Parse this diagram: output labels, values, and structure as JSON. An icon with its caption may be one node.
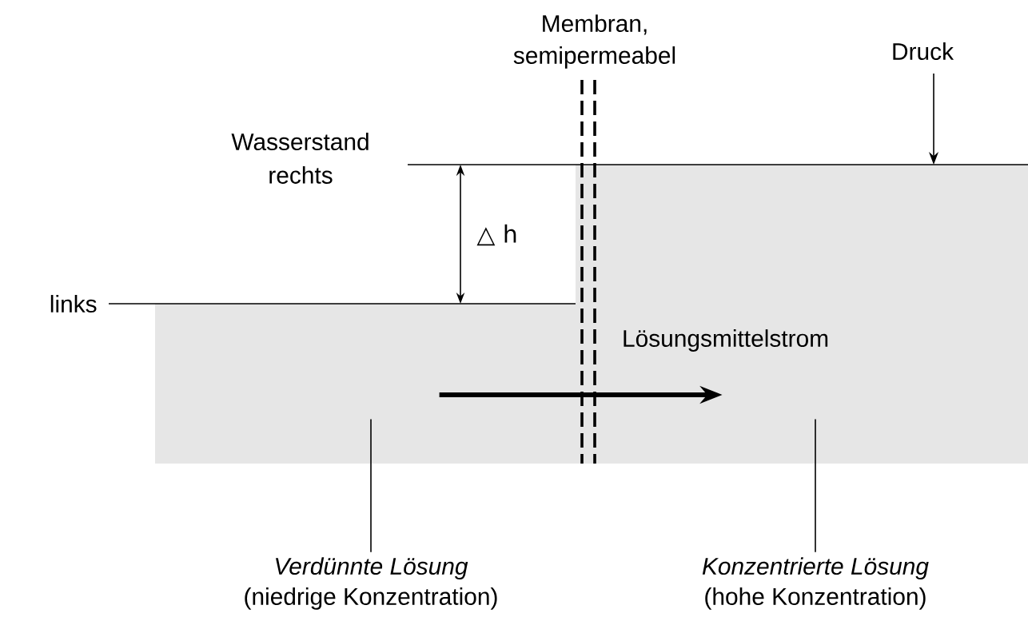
{
  "diagram": {
    "nodes": [
      {
        "text": [],
        "shape": "box"
      },
      {
        "text": [],
        "shape": "box"
      },
      {
        "text": [
          "Verdünnte Lösung",
          "(niedrige Konzentration)"
        ]
      },
      {
        "text": [
          "Konzentrierte Lösung",
          "(hohe Konzentration)"
        ]
      }
    ],
    "edges": [
      {
        "from": 2,
        "to": 0,
        "arrow": "none"
      },
      {
        "from": 3,
        "to": 1,
        "arrow": "none"
      },
      {
        "from": 0,
        "to": 1,
        "arrow": "to",
        "style": "thick",
        "label": "Lösungsmittelstrom"
      }
    ],
    "labels": [
      "Membran, semipermeabel",
      "Druck",
      "Wasserstand rechts",
      "links",
      "△ h"
    ]
  }
}
